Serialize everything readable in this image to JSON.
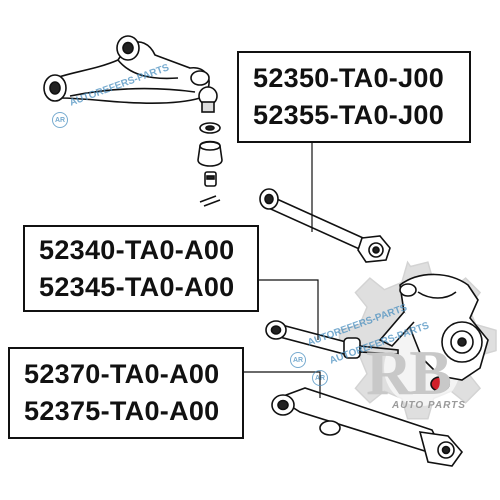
{
  "labels": {
    "upper": [
      "52350-TA0-J00",
      "52355-TA0-J00"
    ],
    "middle": [
      "52340-TA0-A00",
      "52345-TA0-A00"
    ],
    "lower": [
      "52370-TA0-A00",
      "52375-TA0-A00"
    ]
  },
  "watermark": {
    "text": "AUTOREFERS-PARTS",
    "logo": "AR"
  },
  "brand": {
    "logo_letters": "RB",
    "tagline": "AUTO PARTS"
  },
  "colors": {
    "line": "#111111",
    "watermark": "#4a8fc0",
    "gear": "#d2d2d2",
    "brand_red": "#d0202a"
  }
}
